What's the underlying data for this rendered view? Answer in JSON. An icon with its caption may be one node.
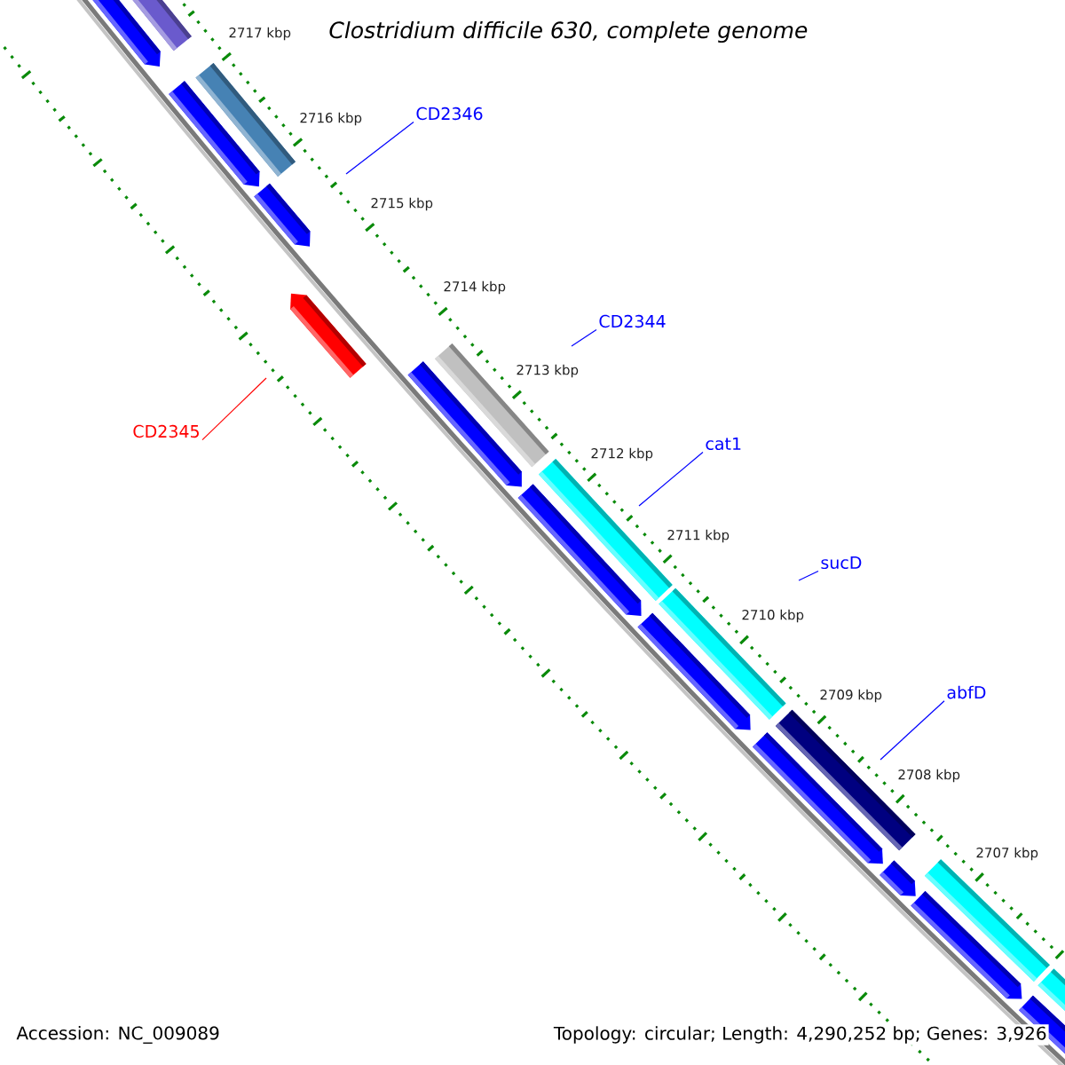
{
  "diagram": {
    "title": "Clostridium difficile 630, complete genome",
    "nodes": [
      {
        "text": [
          "CD2346"
        ]
      },
      {
        "text": [
          "CD2344"
        ]
      },
      {
        "text": [
          "CD2345"
        ]
      },
      {
        "text": [
          "cat1"
        ]
      },
      {
        "text": [
          "sucD"
        ]
      },
      {
        "text": [
          "abfD"
        ]
      }
    ],
    "edges": [
      {
        "from": 0,
        "to": null,
        "arrow": "none"
      },
      {
        "from": 1,
        "to": null,
        "arrow": "none"
      },
      {
        "from": 2,
        "to": null,
        "arrow": "none",
        "color": "#ff0000"
      },
      {
        "from": 3,
        "to": null,
        "arrow": "none"
      },
      {
        "from": 4,
        "to": null,
        "arrow": "none"
      },
      {
        "from": 5,
        "to": null,
        "arrow": "none"
      }
    ],
    "labels": [
      "2717 kbp",
      "2716 kbp",
      "2715 kbp",
      "2714 kbp",
      "2713 kbp",
      "2712 kbp",
      "2711 kbp",
      "2710 kbp",
      "2709 kbp",
      "2708 kbp",
      "2707 kbp",
      "Accession: NC_009089",
      "Topology: circular; Length: 4,290,252 bp; Genes: 3,926"
    ]
  }
}
